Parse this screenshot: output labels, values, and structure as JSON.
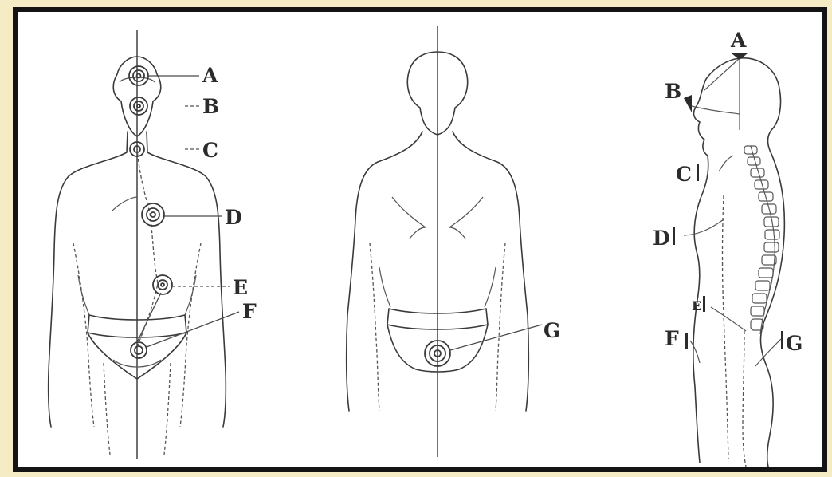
{
  "front": {
    "labels": [
      "A",
      "B",
      "C",
      "D",
      "E",
      "F"
    ]
  },
  "back": {
    "labels": [
      "G"
    ]
  },
  "side": {
    "labels": [
      "A",
      "B",
      "C",
      "D",
      "E",
      "F",
      "G"
    ]
  },
  "colors": {
    "frame_background": "#f5ecc6",
    "frame_border": "#141414",
    "line_art": "#3a3a3a"
  }
}
